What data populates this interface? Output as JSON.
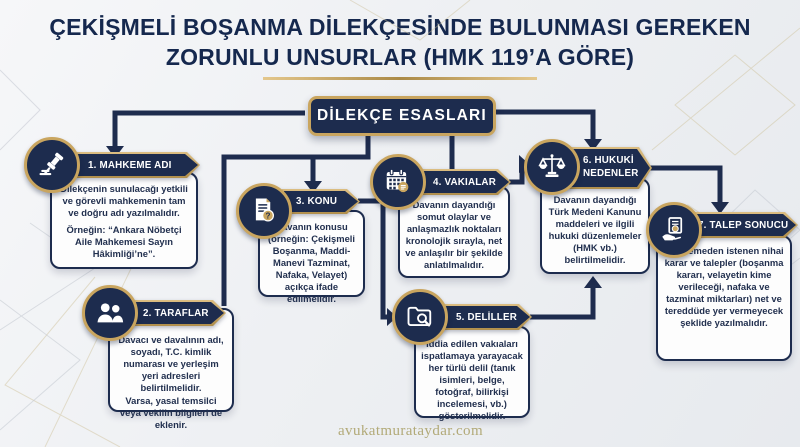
{
  "title": {
    "line1": "ÇEKİŞMELİ BOŞANMA DİLEKÇESİNDE BULUNMASI GEREKEN",
    "line2": "ZORUNLU UNSURLAR (HMK 119’A GÖRE)"
  },
  "root": {
    "label": "DİLEKÇE ESASLARI"
  },
  "watermark": "avukatmurataydar.com",
  "colors": {
    "navy": "#1d2c4e",
    "gold": "#c9a55f",
    "background": "#eef0f3",
    "panel_bg": "#fdfdfd",
    "title_text": "#15284e",
    "body_text": "#22304f",
    "watermark_text": "#a89e63"
  },
  "nodes": [
    {
      "label": "1. MAHKEME ADI",
      "icon": "gavel-icon",
      "paragraphs": [
        "Dilekçenin sunulacağı yetkili ve görevli mahkemenin tam ve doğru adı yazılmalıdır.",
        "Örneğin: “Ankara Nöbetçi Aile Mahkemesi Sayın Hâkimliği’ne”."
      ]
    },
    {
      "label": "2. TARAFLAR",
      "icon": "people-icon",
      "paragraphs": [
        "Davacı ve davalının adı, soyadı, T.C. kimlik numarası ve yerleşim yeri adresleri belirtilmelidir.",
        "Varsa, yasal temsilci veya vekilin bilgileri de eklenir."
      ]
    },
    {
      "label": "3. KONU",
      "icon": "document-question-icon",
      "paragraphs": [
        "Davanın konusu (örneğin: Çekişmeli Boşanma, Maddi-Manevi Tazminat, Nafaka, Velayet) açıkça ifade edilmelidir."
      ]
    },
    {
      "label": "4. VAKIALAR",
      "icon": "calendar-icon",
      "paragraphs": [
        "Davanın dayandığı somut olaylar ve anlaşmazlık noktaları kronolojik sırayla, net ve anlaşılır bir şekilde anlatılmalıdır."
      ]
    },
    {
      "label": "5. DELİLLER",
      "icon": "folder-search-icon",
      "paragraphs": [
        "İddia edilen vakıaları ispatlamaya yarayacak her türlü delil (tanık isimleri, belge, fotoğraf, bilirkişi incelemesi, vb.) gösterilmelidir."
      ]
    },
    {
      "label": "6. HUKUKİ NEDENLER",
      "icon": "scales-icon",
      "paragraphs": [
        "Davanın dayandığı Türk Medeni Kanunu maddeleri ve ilgili hukuki düzenlemeler (HMK vb.) belirtilmelidir."
      ]
    },
    {
      "label": "7. TALEP SONUCU",
      "icon": "hand-document-icon",
      "paragraphs": [
        "Mahkemeden istenen nihai karar ve talepler (boşanma kararı, velayetin kime verileceği, nafaka ve tazminat miktarları) net ve tereddüde yer vermeyecek şeklide yazılmalıdır."
      ]
    }
  ]
}
